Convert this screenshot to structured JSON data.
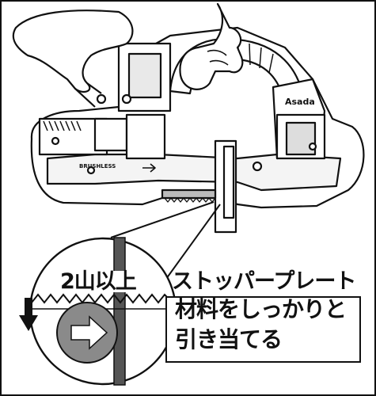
{
  "diagram": {
    "label_mountains": "2山以上",
    "label_stopper": "ストッパープレート",
    "instruction_line1": "材料をしっかりと",
    "instruction_line2": "引き当てる",
    "brand_label": "Asada",
    "model_label": "BRUSHLESS",
    "icons": [
      "saw-body",
      "down-arrow-icon",
      "right-arrow-icon",
      "saw-blade-teeth"
    ]
  }
}
